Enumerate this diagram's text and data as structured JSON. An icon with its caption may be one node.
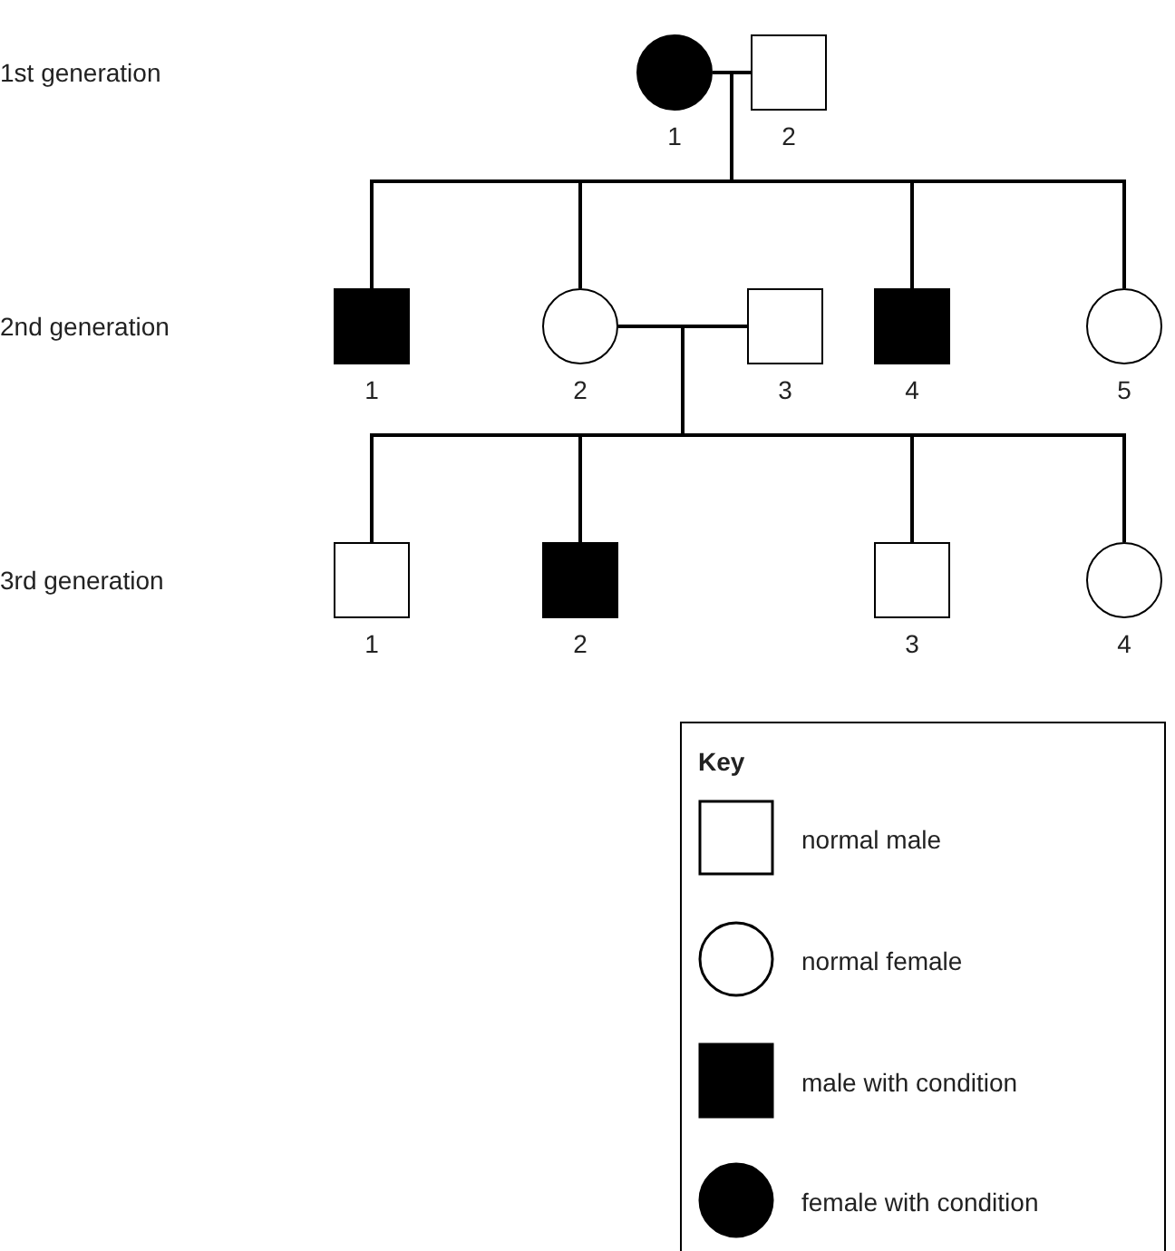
{
  "diagram": {
    "nodes": [
      {
        "text": [],
        "shape": "filled-circle",
        "beside": [
          "1"
        ]
      },
      {
        "text": [],
        "shape": "box",
        "beside": [
          "2"
        ]
      },
      {
        "text": [],
        "shape": "filled-box",
        "beside": [
          "1"
        ]
      },
      {
        "text": [],
        "shape": "circle",
        "beside": [
          "2"
        ]
      },
      {
        "text": [],
        "shape": "box",
        "beside": [
          "3"
        ]
      },
      {
        "text": [],
        "shape": "filled-box",
        "beside": [
          "4"
        ]
      },
      {
        "text": [],
        "shape": "circle",
        "beside": [
          "5"
        ]
      },
      {
        "text": [],
        "shape": "box",
        "beside": [
          "1"
        ]
      },
      {
        "text": [],
        "shape": "filled-box",
        "beside": [
          "2"
        ]
      },
      {
        "text": [],
        "shape": "box",
        "beside": [
          "3"
        ]
      },
      {
        "text": [],
        "shape": "circle",
        "beside": [
          "4"
        ]
      }
    ],
    "edges": [
      {
        "from": 0,
        "to": 1,
        "arrow": "none"
      },
      {
        "from": 0,
        "to": 2,
        "arrow": "none"
      },
      {
        "from": 0,
        "to": 3,
        "arrow": "none"
      },
      {
        "from": 0,
        "to": 5,
        "arrow": "none"
      },
      {
        "from": 0,
        "to": 6,
        "arrow": "none"
      },
      {
        "from": 1,
        "to": 2,
        "arrow": "none"
      },
      {
        "from": 1,
        "to": 3,
        "arrow": "none"
      },
      {
        "from": 1,
        "to": 5,
        "arrow": "none"
      },
      {
        "from": 1,
        "to": 6,
        "arrow": "none"
      },
      {
        "from": 3,
        "to": 4,
        "arrow": "none"
      },
      {
        "from": 3,
        "to": 7,
        "arrow": "none"
      },
      {
        "from": 3,
        "to": 8,
        "arrow": "none"
      },
      {
        "from": 3,
        "to": 9,
        "arrow": "none"
      },
      {
        "from": 3,
        "to": 10,
        "arrow": "none"
      },
      {
        "from": 4,
        "to": 7,
        "arrow": "none"
      },
      {
        "from": 4,
        "to": 8,
        "arrow": "none"
      },
      {
        "from": 4,
        "to": 9,
        "arrow": "none"
      },
      {
        "from": 4,
        "to": 10,
        "arrow": "none"
      }
    ],
    "labels": [
      "1st generation",
      "2nd generation",
      "3rd generation",
      "Key"
    ],
    "legend": [
      {
        "text": "normal male"
      },
      {
        "text": "normal female"
      },
      {
        "text": "male with condition"
      },
      {
        "text": "female with condition"
      }
    ]
  }
}
